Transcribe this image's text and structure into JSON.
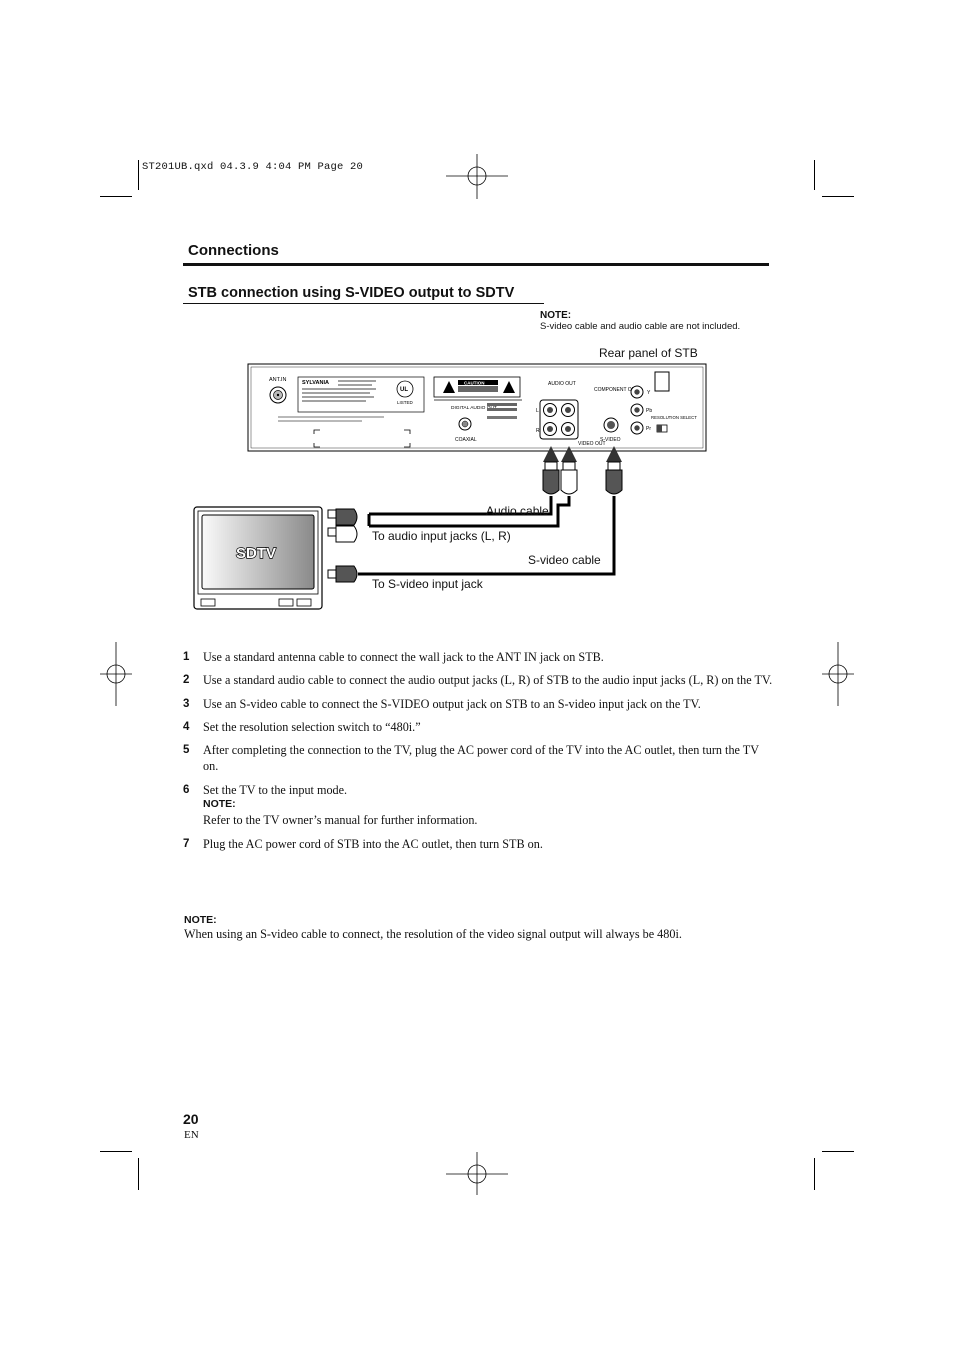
{
  "file_header": "ST201UB.qxd  04.3.9  4:04 PM  Page 20",
  "section_title": "Connections",
  "subsection_title": "STB connection using S-VIDEO output to SDTV",
  "top_note": {
    "label": "NOTE:",
    "text": "S-video cable and audio cable are not included."
  },
  "diagram": {
    "rear_panel_label": "Rear panel of STB",
    "audio_cable_label": "Audio cable",
    "audio_input_label": "To audio input jacks (L, R)",
    "svideo_cable_label": "S-video cable",
    "svideo_input_label": "To S-video input jack",
    "tv_label": "SDTV",
    "panel": {
      "ant_in": "ANT.IN",
      "brand": "SYLVANIA",
      "listed": "LISTED",
      "caution": "CAUTION",
      "digital_audio_out": "DIGITAL AUDIO OUT",
      "coaxial": "COAXIAL",
      "audio_out": "AUDIO OUT",
      "video_out": "VIDEO OUT",
      "s_video": "S-VIDEO",
      "component_out": "COMPONENT OUT",
      "resolution_select": "RESOLUTION SELECT",
      "y": "Y",
      "pb": "Pb",
      "pr": "Pr",
      "l": "L",
      "r": "R"
    }
  },
  "steps": [
    {
      "num": "1",
      "text": "Use a standard antenna cable to connect the wall jack to the ANT IN jack on STB."
    },
    {
      "num": "2",
      "text": "Use a standard audio cable to connect the audio output jacks (L, R) of STB to the audio input jacks (L, R) on the TV."
    },
    {
      "num": "3",
      "text": "Use an S-video cable to connect the S-VIDEO output jack on STB to an S-video input jack on the TV."
    },
    {
      "num": "4",
      "text": "Set the resolution selection switch to “480i.”"
    },
    {
      "num": "5",
      "text": "After completing the connection to the TV, plug the AC power cord of the TV into the AC outlet, then turn the TV on."
    },
    {
      "num": "6",
      "text": "Set the TV to the input mode.",
      "note_label": "NOTE:",
      "note_text": "Refer to the TV owner’s manual for further information."
    },
    {
      "num": "7",
      "text": "Plug the AC power cord of STB into the AC outlet, then turn STB on."
    }
  ],
  "bottom_note": {
    "label": "NOTE:",
    "text": "When using an S-video cable to connect, the resolution of the video signal output will always be 480i."
  },
  "page_number": "20",
  "language": "EN"
}
